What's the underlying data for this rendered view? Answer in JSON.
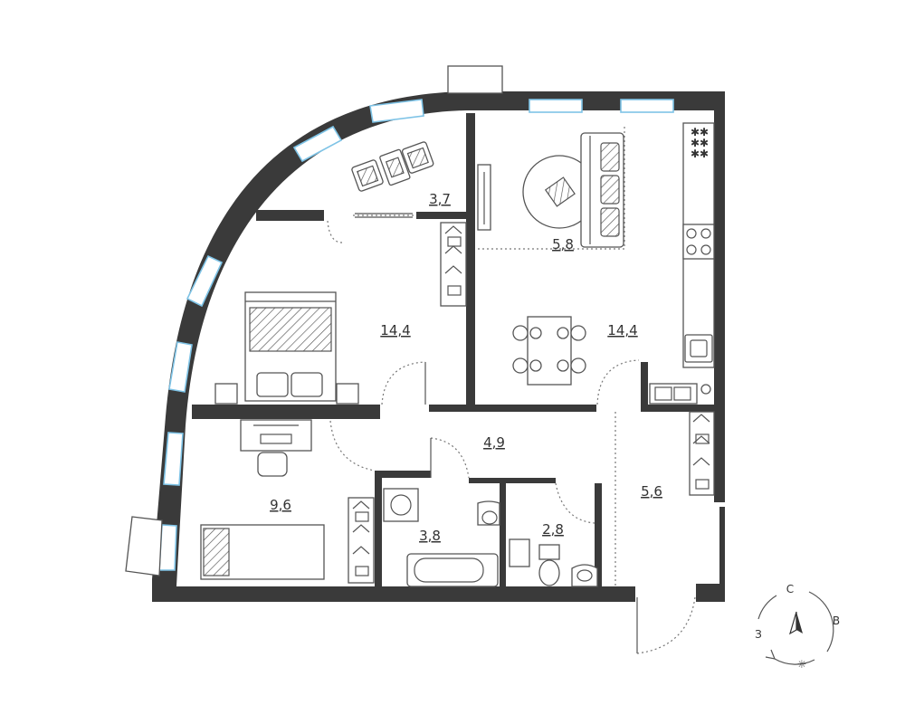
{
  "rooms": [
    {
      "id": "balcony",
      "area": "3,7"
    },
    {
      "id": "living-area",
      "area": "5,8"
    },
    {
      "id": "master-bedroom",
      "area": "14,4"
    },
    {
      "id": "kitchen-dining",
      "area": "14,4"
    },
    {
      "id": "hallway",
      "area": "4,9"
    },
    {
      "id": "bedroom",
      "area": "9,6"
    },
    {
      "id": "corridor",
      "area": "5,6"
    },
    {
      "id": "bathroom",
      "area": "3,8"
    },
    {
      "id": "toilet",
      "area": "2,8"
    }
  ],
  "compass": {
    "north": "С",
    "east": "В",
    "west": "З"
  }
}
